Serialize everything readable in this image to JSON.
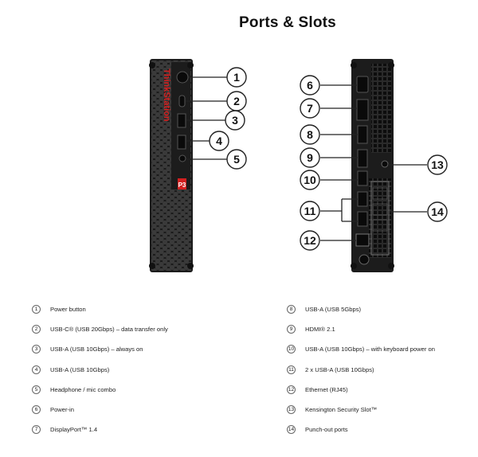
{
  "title": "Ports & Slots",
  "front_brand": "ThinkStation",
  "front_badge": "P3",
  "colors": {
    "chassis": "#1c1c1c",
    "accent": "#d22020",
    "line": "#222222"
  },
  "callouts": [
    "1",
    "2",
    "3",
    "4",
    "5",
    "6",
    "7",
    "8",
    "9",
    "10",
    "11",
    "12",
    "13",
    "14"
  ],
  "legend_left": [
    {
      "num": "1",
      "label": "Power button"
    },
    {
      "num": "2",
      "label": "USB-C® (USB 20Gbps) – data transfer only"
    },
    {
      "num": "3",
      "label": "USB-A (USB 10Gbps) – always on"
    },
    {
      "num": "4",
      "label": "USB-A (USB 10Gbps)"
    },
    {
      "num": "5",
      "label": "Headphone / mic combo"
    },
    {
      "num": "6",
      "label": "Power-in"
    },
    {
      "num": "7",
      "label": "DisplayPort™ 1.4"
    }
  ],
  "legend_right": [
    {
      "num": "8",
      "label": "USB-A (USB 5Gbps)"
    },
    {
      "num": "9",
      "label": "HDMI® 2.1"
    },
    {
      "num": "10",
      "label": "USB-A (USB 10Gbps) – with keyboard power on"
    },
    {
      "num": "11",
      "label": "2 x USB-A (USB 10Gbps)"
    },
    {
      "num": "12",
      "label": "Ethernet (RJ45)"
    },
    {
      "num": "13",
      "label": "Kensington Security Slot™"
    },
    {
      "num": "14",
      "label": "Punch-out ports"
    }
  ]
}
